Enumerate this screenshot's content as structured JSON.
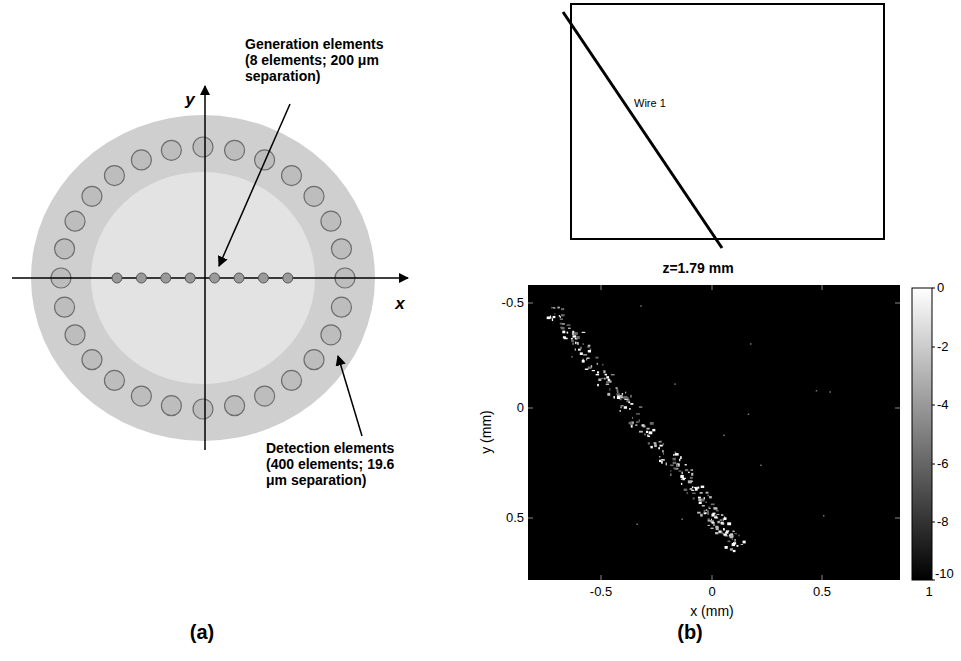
{
  "diagram": {
    "nodes": [
      {
        "text": [
          "Wire 1"
        ]
      }
    ],
    "labels": [
      "y",
      "x",
      "Generation elements (8 elements; 200 μm separation)",
      "Detection elements (400 elements; 19.6 μm separation)",
      "(a)",
      "z=1.79 mm",
      "-0.5",
      "0",
      "0.5",
      "-0.5",
      "0",
      "0.5",
      "1",
      "x (mm)",
      "y (mm)",
      "0",
      "-2",
      "-4",
      "-6",
      "-8",
      "-10",
      "(b)"
    ]
  }
}
